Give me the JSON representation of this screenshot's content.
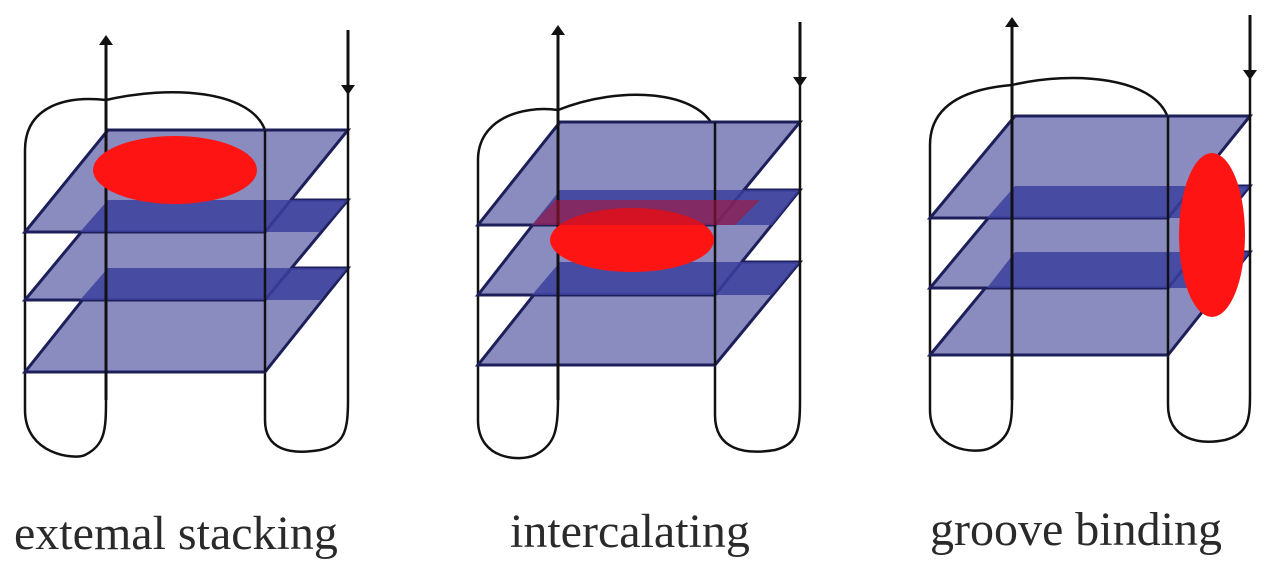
{
  "colors": {
    "plate_fill": "#8a8cbf",
    "plate_fill_dark": "#3b3f9c",
    "plate_stroke": "#1d1f5a",
    "strand": "#111111",
    "ligand": "#ff1414",
    "background": "#ffffff"
  },
  "panels": [
    {
      "caption": "extemal stacking",
      "ligand_mode": "external"
    },
    {
      "caption": "intercalating",
      "ligand_mode": "intercalated"
    },
    {
      "caption": "groove binding",
      "ligand_mode": "groove"
    }
  ]
}
